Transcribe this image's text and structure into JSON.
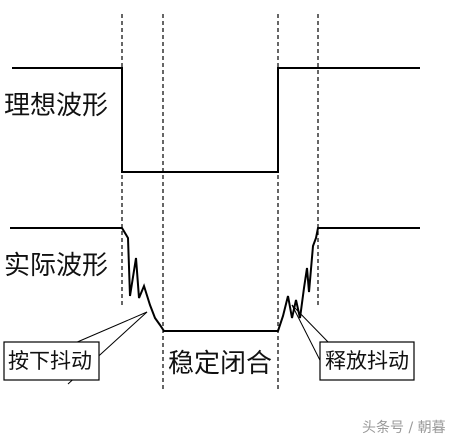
{
  "labels": {
    "ideal_waveform": "理想波形",
    "actual_waveform": "实际波形",
    "press_bounce": "按下抖动",
    "stable_closed": "稳定闭合",
    "release_bounce": "释放抖动"
  },
  "watermark": "头条号 / 朝暮",
  "colors": {
    "line": "#000000",
    "background": "#ffffff",
    "watermark": "#9a9a9a"
  }
}
